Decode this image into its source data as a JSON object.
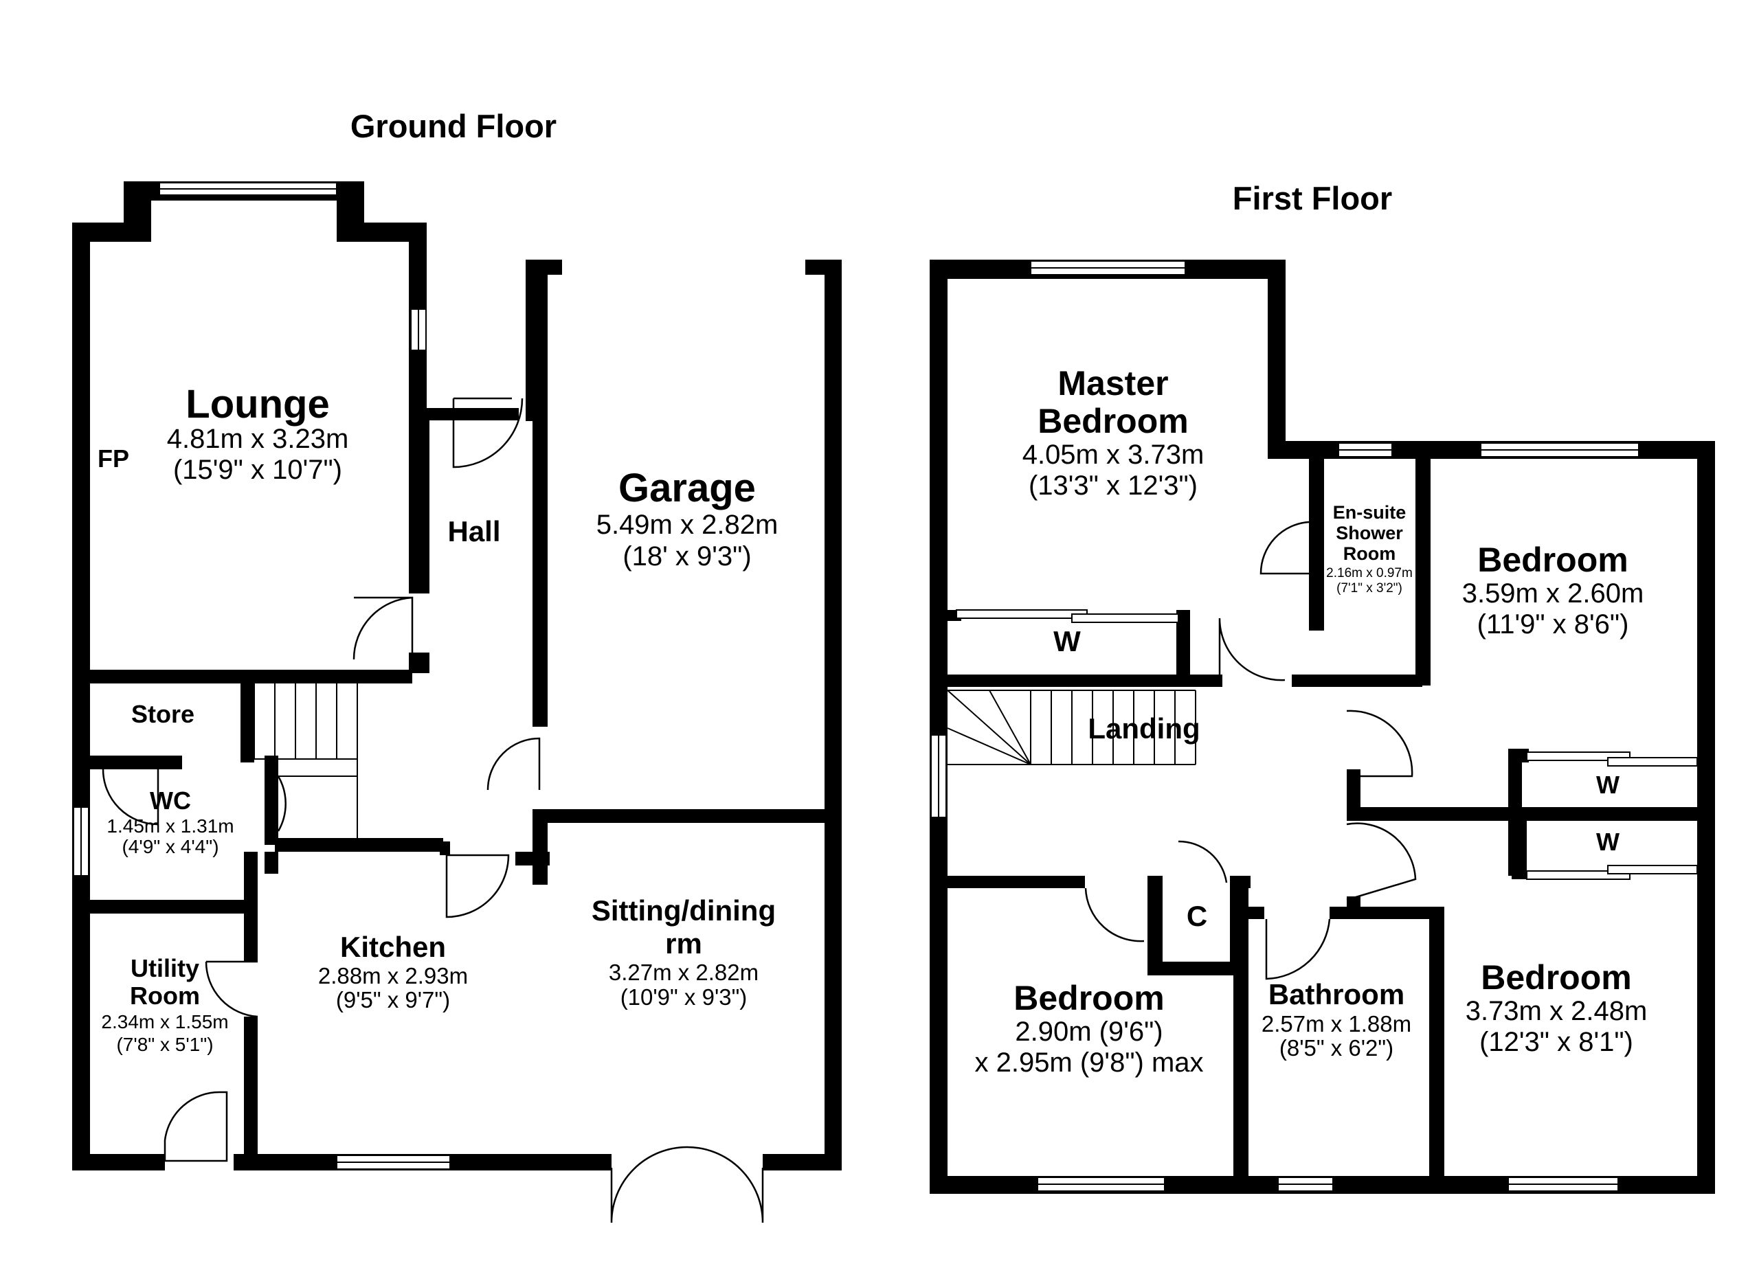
{
  "floors": {
    "ground": {
      "title": "Ground Floor",
      "rooms": {
        "lounge": {
          "name": "Lounge",
          "dim_metric": "4.81m x 3.23m",
          "dim_imperial": "(15'9\" x 10'7\")"
        },
        "fp": {
          "name": "FP"
        },
        "hall": {
          "name": "Hall"
        },
        "garage": {
          "name": "Garage",
          "dim_metric": "5.49m x 2.82m",
          "dim_imperial": "(18' x 9'3\")"
        },
        "store": {
          "name": "Store"
        },
        "wc": {
          "name": "WC",
          "dim_metric": "1.45m x 1.31m",
          "dim_imperial": "(4'9\" x 4'4\")"
        },
        "kitchen": {
          "name": "Kitchen",
          "dim_metric": "2.88m x 2.93m",
          "dim_imperial": "(9'5\" x 9'7\")"
        },
        "sitting": {
          "name_line1": "Sitting/dining",
          "name_line2": "rm",
          "dim_metric": "3.27m x 2.82m",
          "dim_imperial": "(10'9\" x 9'3\")"
        },
        "utility": {
          "name_line1": "Utility",
          "name_line2": "Room",
          "dim_metric": "2.34m x 1.55m",
          "dim_imperial": "(7'8\" x 5'1\")"
        }
      }
    },
    "first": {
      "title": "First Floor",
      "rooms": {
        "master": {
          "name_line1": "Master",
          "name_line2": "Bedroom",
          "dim_metric": "4.05m x 3.73m",
          "dim_imperial": "(13'3\" x 12'3\")"
        },
        "ensuite": {
          "name_line1": "En-suite",
          "name_line2": "Shower",
          "name_line3": "Room",
          "dim_metric": "2.16m x 0.97m",
          "dim_imperial": "(7'1\" x 3'2\")"
        },
        "bedroom2": {
          "name": "Bedroom",
          "dim_metric": "3.59m x 2.60m",
          "dim_imperial": "(11'9\" x 8'6\")"
        },
        "wardrobe_master": {
          "name": "W"
        },
        "landing": {
          "name": "Landing"
        },
        "wardrobe_b2": {
          "name": "W"
        },
        "wardrobe_b4": {
          "name": "W"
        },
        "cupboard": {
          "name": "C"
        },
        "bedroom3": {
          "name": "Bedroom",
          "dim_line1": "2.90m (9'6\")",
          "dim_line2": "x 2.95m (9'8\") max"
        },
        "bathroom": {
          "name": "Bathroom",
          "dim_metric": "2.57m x 1.88m",
          "dim_imperial": "(8'5\" x 6'2\")"
        },
        "bedroom4": {
          "name": "Bedroom",
          "dim_metric": "3.73m x 2.48m",
          "dim_imperial": "(12'3\" x 8'1\")"
        }
      }
    }
  }
}
